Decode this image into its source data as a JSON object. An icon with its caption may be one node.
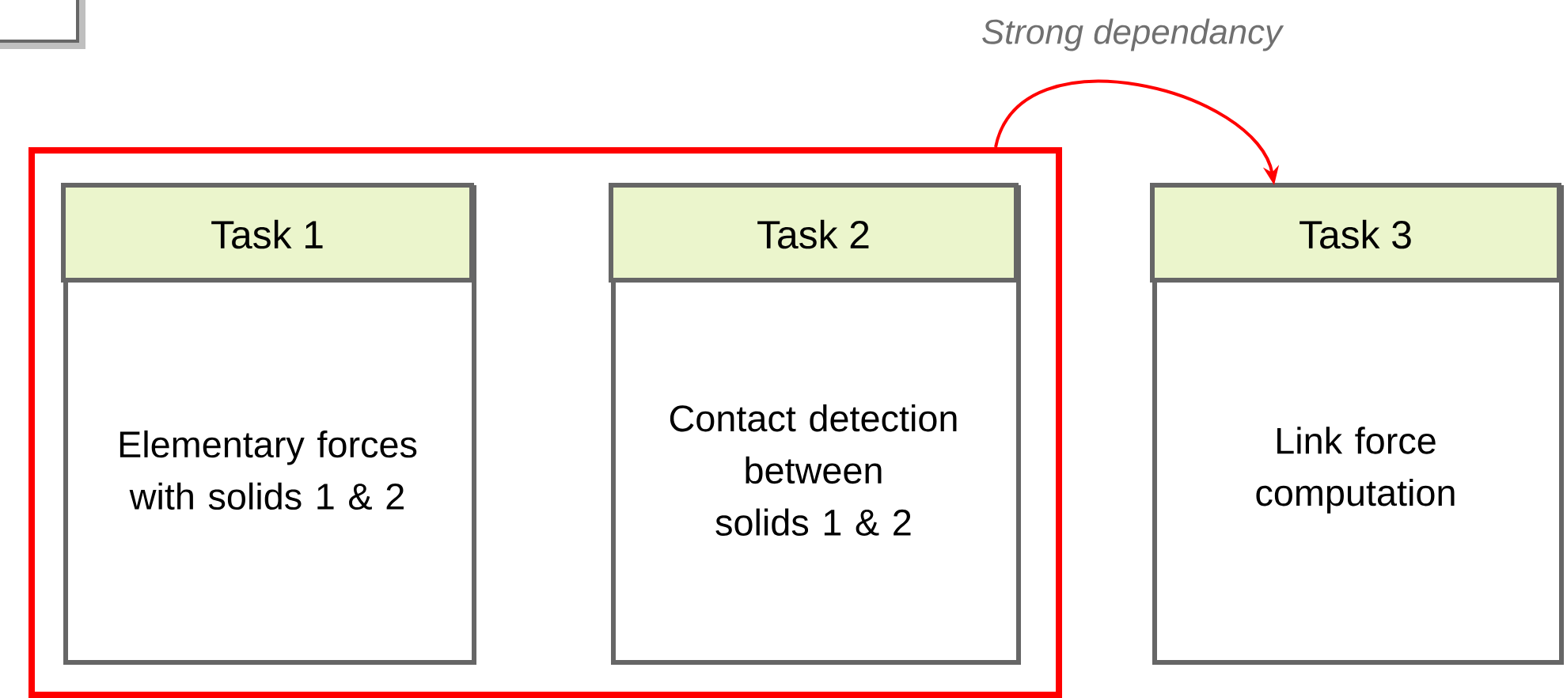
{
  "diagram": {
    "nodes": [
      {
        "text": [],
        "shape": "box"
      },
      {
        "text": [],
        "shape": "box"
      },
      {
        "text": [
          "Task 1",
          "Elementary forces with solids 1 & 2"
        ],
        "in": 1
      },
      {
        "text": [
          "Task 2",
          "Contact detection between solids 1 & 2"
        ],
        "in": 1
      },
      {
        "text": [
          "Task 3",
          "Link force computation"
        ]
      }
    ],
    "edges": [
      {
        "from": 1,
        "to": 4,
        "arrow": "to",
        "label": "Strong dependancy",
        "color": "#ff0000"
      }
    ]
  }
}
